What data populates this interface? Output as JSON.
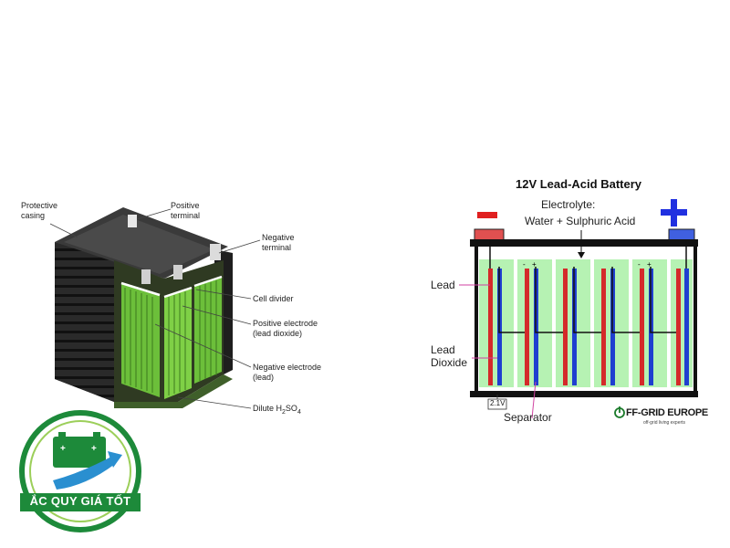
{
  "left_diagram": {
    "labels": {
      "protective_casing_1": "Protective",
      "protective_casing_2": "casing",
      "positive_terminal_1": "Positive",
      "positive_terminal_2": "terminal",
      "negative_terminal_1": "Negative",
      "negative_terminal_2": "terminal",
      "cell_divider": "Cell divider",
      "positive_electrode_1": "Positive electrode",
      "positive_electrode_2": "(lead dioxide)",
      "negative_electrode_1": "Negative electrode",
      "negative_electrode_2": "(lead)",
      "dilute_acid_prefix": "Dilute H",
      "dilute_acid_sub1": "2",
      "dilute_acid_mid": "SO",
      "dilute_acid_sub2": "4"
    }
  },
  "right_diagram": {
    "title": "12V Lead-Acid Battery",
    "electrolyte_1": "Electrolyte:",
    "electrolyte_2": "Water + Sulphuric Acid",
    "minus_sign": "−",
    "plus_sign": "+",
    "lead": "Lead",
    "lead_dioxide_1": "Lead",
    "lead_dioxide_2": "Dioxide",
    "separator": "Separator",
    "cell_voltage": "2.1V",
    "cell_polarity_minus": "-",
    "cell_polarity_plus": "+",
    "brand": "FF-GRID EUROPE",
    "brand_tagline": "off-grid living experts",
    "colors": {
      "red_plate": "#d42a2a",
      "blue_plate": "#1f3fd0",
      "cell_green": "#b6f2b3",
      "minus_red": "#e02020",
      "plus_blue": "#2030e0"
    }
  },
  "logo": {
    "text": "ẮC QUY GIÁ TỐT"
  }
}
